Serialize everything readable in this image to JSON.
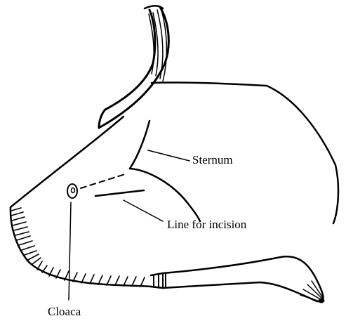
{
  "labels": {
    "sternum": "Sternum",
    "incision": "Line for incision",
    "cloaca": "Cloaca"
  }
}
